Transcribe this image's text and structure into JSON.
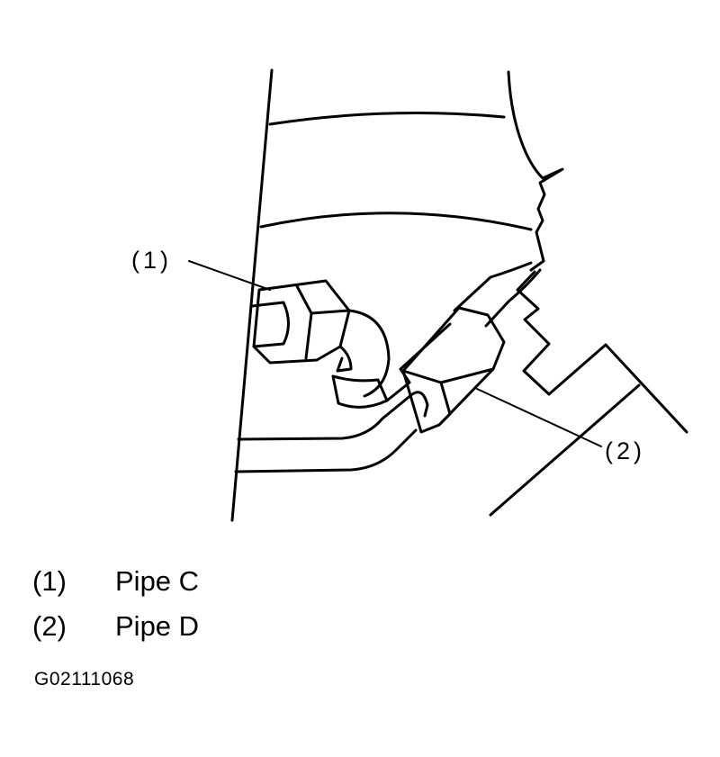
{
  "diagram": {
    "callouts": [
      {
        "label": "(1)"
      },
      {
        "label": "(2)"
      }
    ]
  },
  "legend": [
    {
      "number": "(1)",
      "name": "Pipe C"
    },
    {
      "number": "(2)",
      "name": "Pipe D"
    }
  ],
  "figure_id": "G02111068"
}
